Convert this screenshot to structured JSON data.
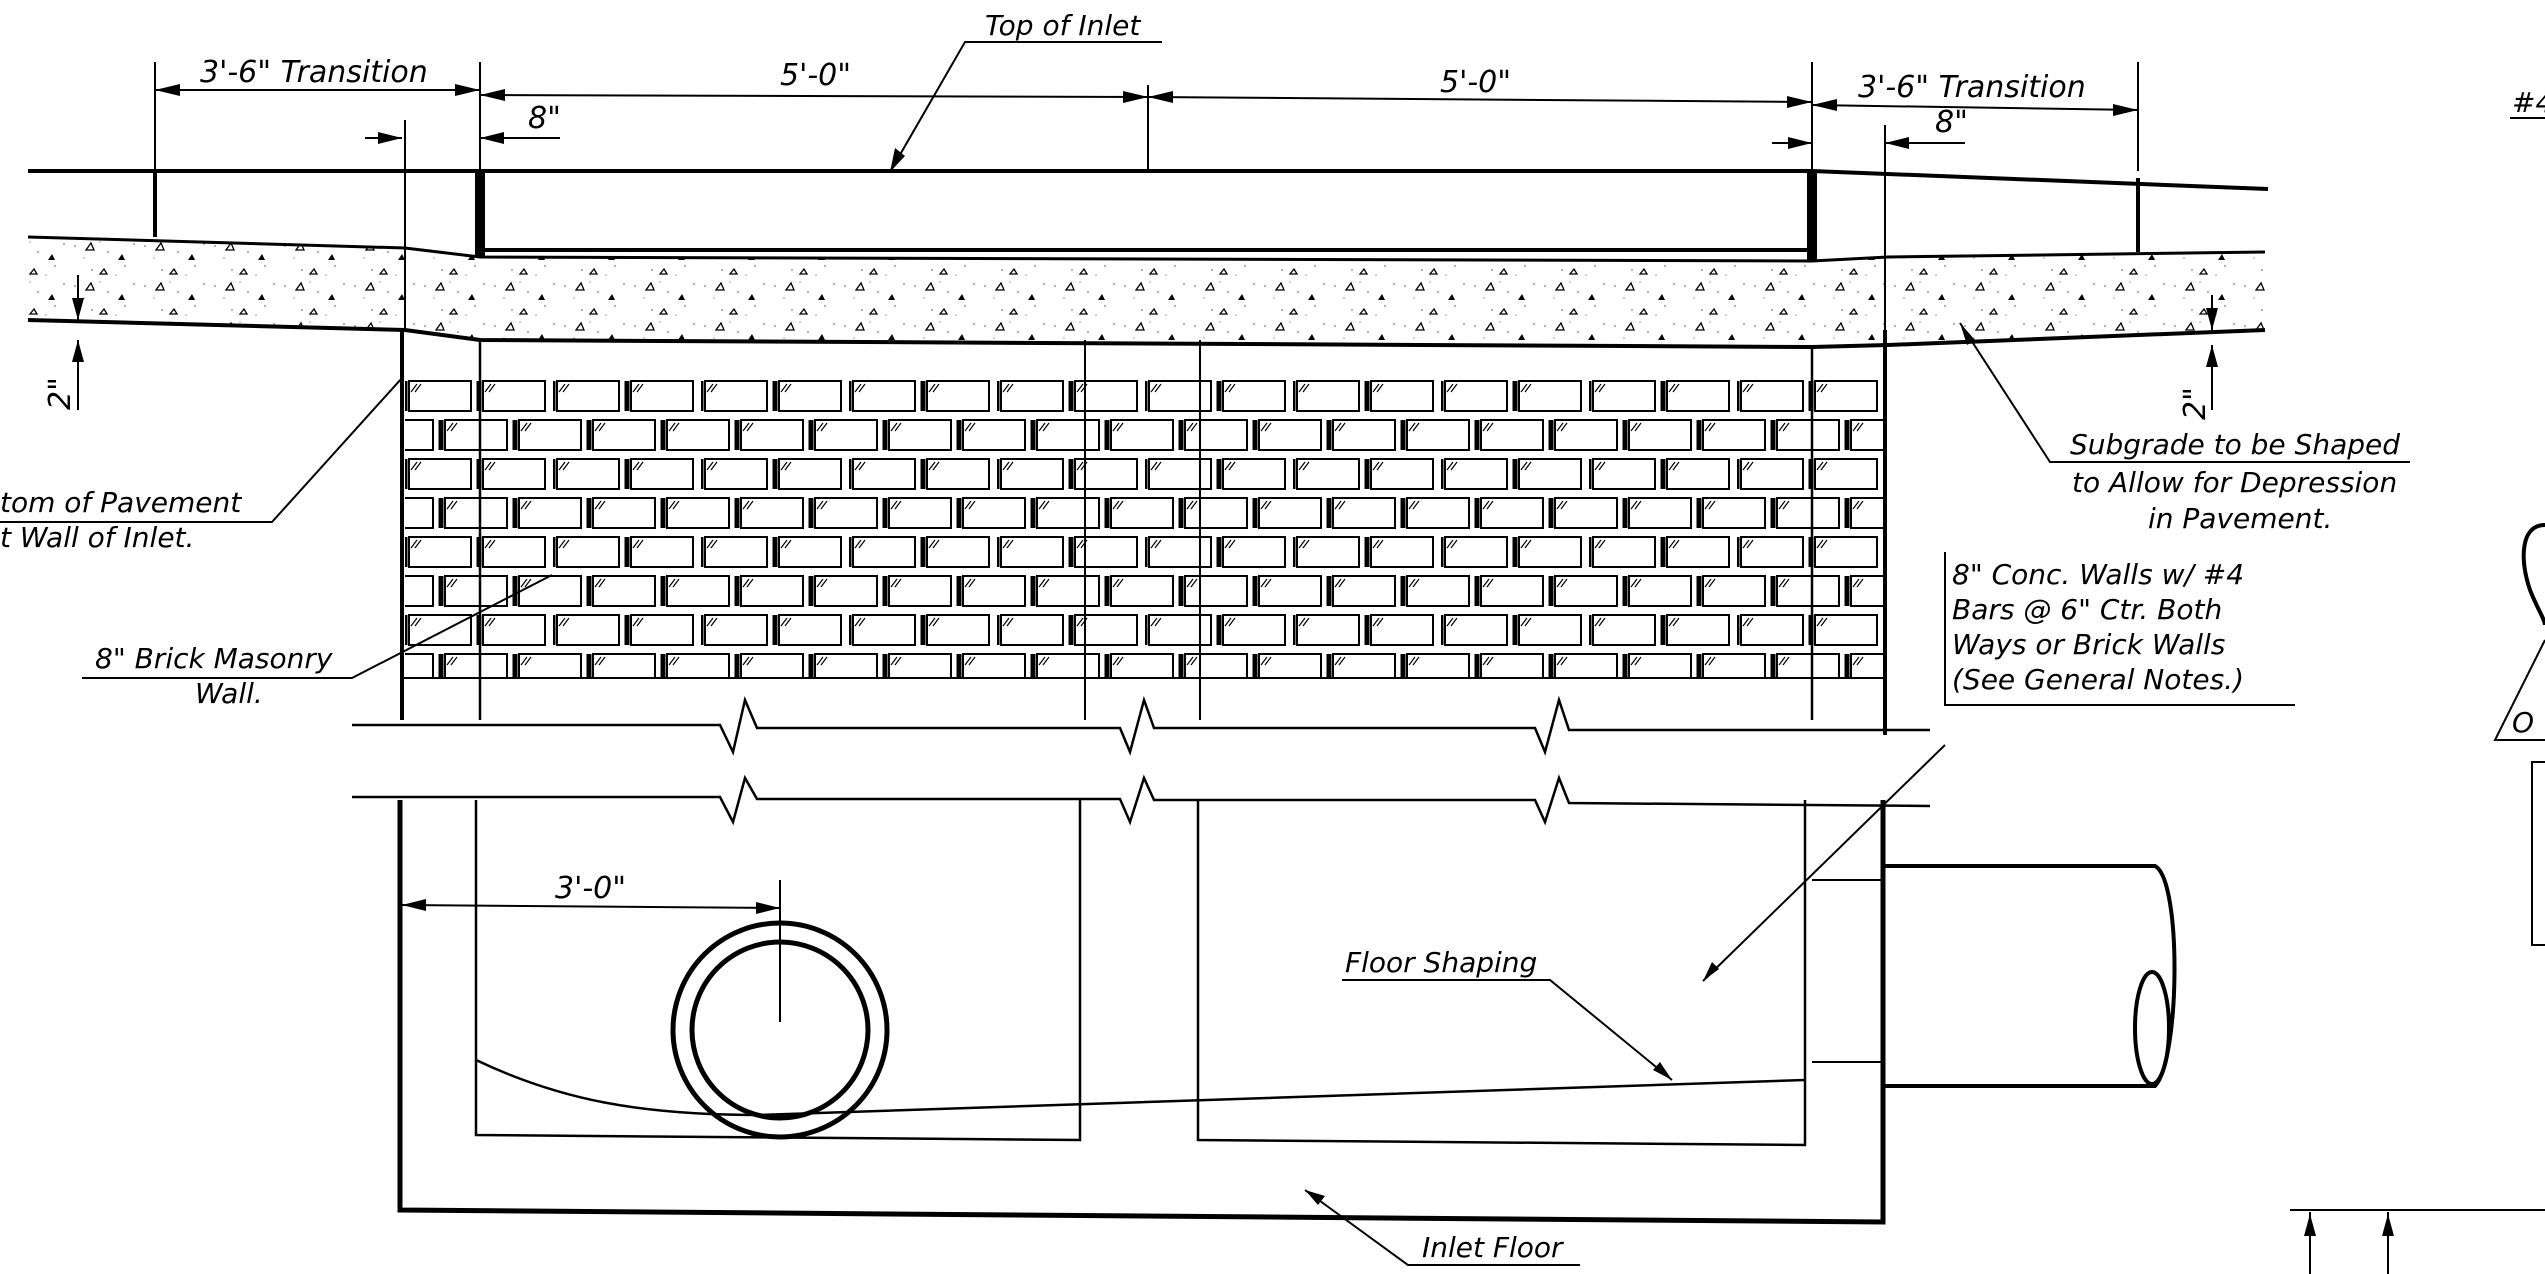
{
  "dimensions": {
    "left_transition": "3'-6\" Transition",
    "right_transition": "3'-6\" Transition",
    "left_width": "5'-0\"",
    "right_width": "5'-0\"",
    "left_wall": "8\"",
    "right_wall": "8\"",
    "left_depression": "2\"",
    "right_depression": "2\"",
    "pipe_offset": "3'-0\""
  },
  "labels": {
    "top_of_inlet": "Top of Inlet",
    "pavement_line1": "tom of Pavement",
    "pavement_line2": "t Wall of Inlet.",
    "brick_line1": "8\" Brick Masonry",
    "brick_line2": "Wall.",
    "subgrade_line1": "Subgrade to be Shaped",
    "subgrade_line2": "to Allow for Depression",
    "subgrade_line3": "in Pavement.",
    "walls_line1": "8\" Conc. Walls w/ #4",
    "walls_line2": "Bars @ 6\" Ctr. Both",
    "walls_line3": "Ways or Brick Walls",
    "walls_line4": "(See General Notes.)",
    "floor_shaping": "Floor Shaping",
    "inlet_floor": "Inlet Floor"
  },
  "right_edge_fragments": {
    "bar_mark": "#4",
    "circle_fragment": "O"
  }
}
